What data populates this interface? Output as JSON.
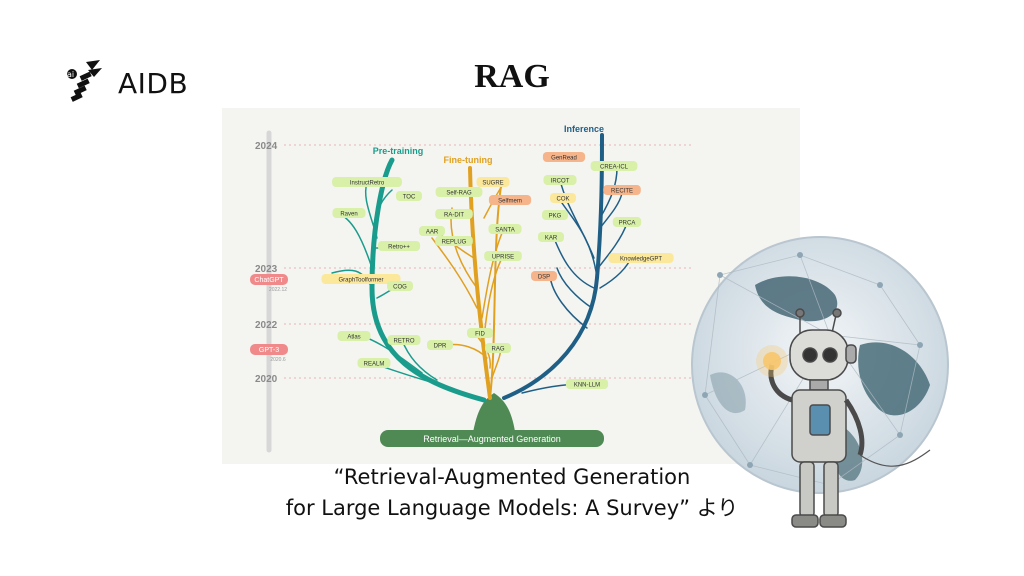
{
  "brand": {
    "name": "AIDB",
    "logo_icon": "bee-logo-icon"
  },
  "title": "RAG",
  "figure": {
    "years": [
      "2024",
      "2023",
      "2022",
      "2020"
    ],
    "milestones": [
      {
        "label": "ChatGPT",
        "date": "2022.12"
      },
      {
        "label": "GPT-3",
        "date": "2020.6"
      }
    ],
    "branches": {
      "pretraining": "Pre-training",
      "finetuning": "Fine-tuning",
      "inference": "Inference"
    },
    "nodes": {
      "pretraining": [
        "InstructRetro",
        "TOC",
        "Raven",
        "Retro++",
        "GraphToolformer",
        "COG",
        "Atlas",
        "RETRO",
        "REALM"
      ],
      "finetuning": [
        "Self-RAG",
        "SUGRE",
        "Selfmem",
        "RA-DIT",
        "AAR",
        "REPLUG",
        "SANTA",
        "UPRISE",
        "FID",
        "DPR",
        "RAG"
      ],
      "inference": [
        "GenRead",
        "CREA-ICL",
        "IRCOT",
        "RECITE",
        "COK",
        "PKG",
        "PRCA",
        "KAR",
        "KnowledgeGPT",
        "DSP",
        "KNN-LLM"
      ]
    },
    "root_label": "Retrieval—Augmented Generation"
  },
  "caption": {
    "line1": "“Retrieval-Augmented Generation",
    "line2": "for Large Language Models: A Survey” より"
  },
  "illustration": {
    "icon": "robot-globe-illustration-icon"
  },
  "colors": {
    "pretraining": "#1a9c8c",
    "finetuning": "#e0a020",
    "inference": "#1f5f86",
    "node_green": "#d8f0a8",
    "node_orange": "#f6b48a",
    "node_yellow": "#fbe89a",
    "milestone": "#f08a8a",
    "root_green": "#4f8a55"
  }
}
